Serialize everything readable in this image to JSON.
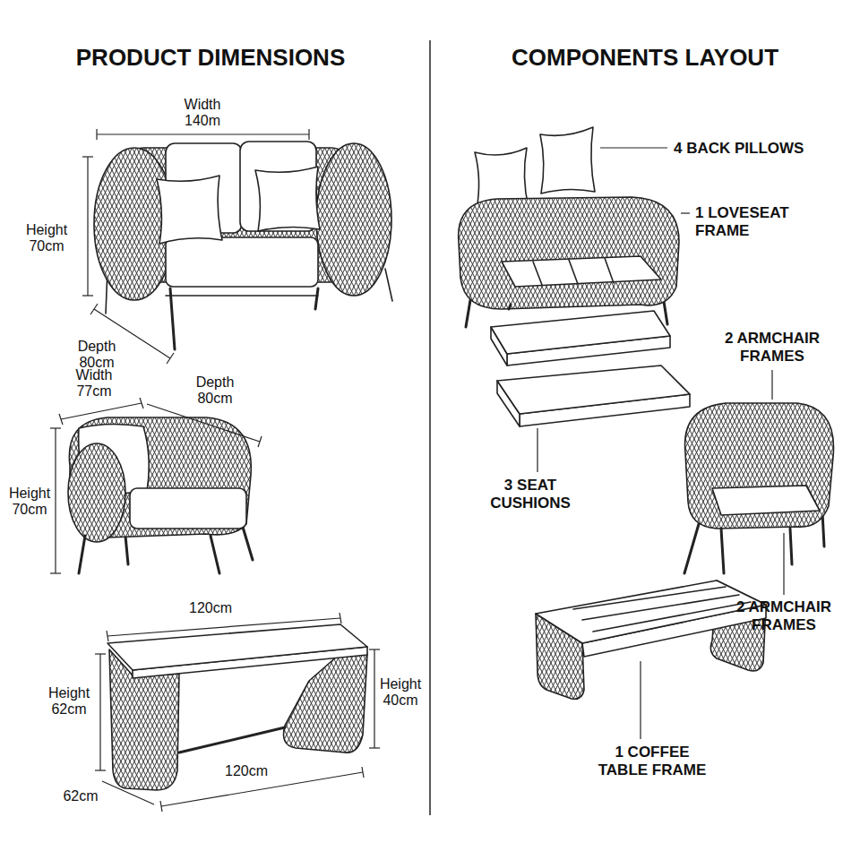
{
  "diagram": {
    "labels": [
      "PRODUCT DIMENSIONS",
      "COMPONENTS LAYOUT",
      "Width 140m",
      "Height 70cm",
      "Depth 80cm",
      "Width 77cm",
      "Depth 80cm",
      "Height 70cm",
      "120cm",
      "Height 62cm",
      "Height 40cm",
      "62cm",
      "120cm",
      "4 BACK PILLOWS",
      "1 LOVESEAT FRAME",
      "2 ARMCHAIR FRAMES",
      "3 SEAT CUSHIONS",
      "2 ARMCHAIR FRAMES",
      "1 COFFEE TABLE FRAME"
    ]
  }
}
